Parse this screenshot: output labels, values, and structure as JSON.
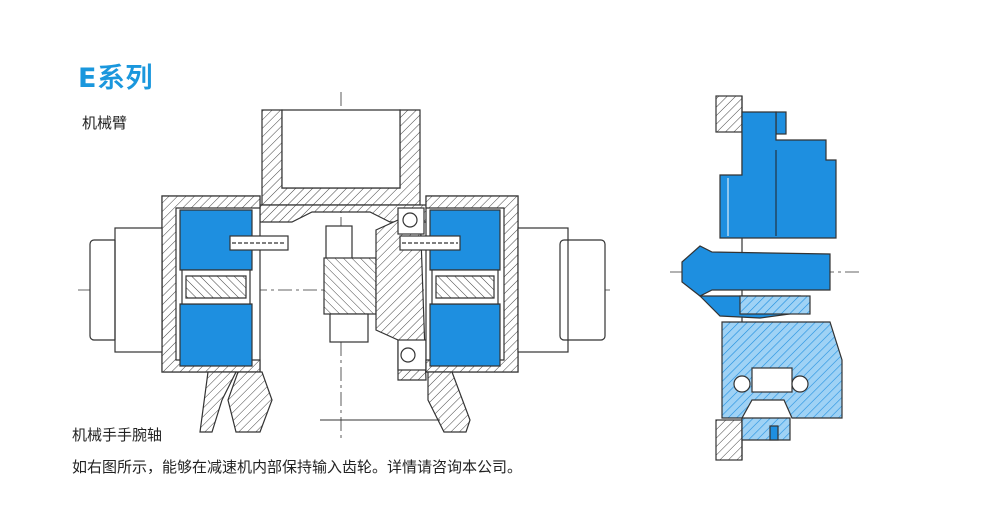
{
  "header": {
    "title": "E系列"
  },
  "labels": {
    "arm": "机械臂",
    "wrist": "机械手手腕轴",
    "description": "如右图所示，能够在减速机内部保持输入齿轮。详情请咨询本公司。"
  },
  "colors": {
    "accent": "#1a97dd",
    "part_fill": "#1e8fe0",
    "line": "#333333"
  }
}
